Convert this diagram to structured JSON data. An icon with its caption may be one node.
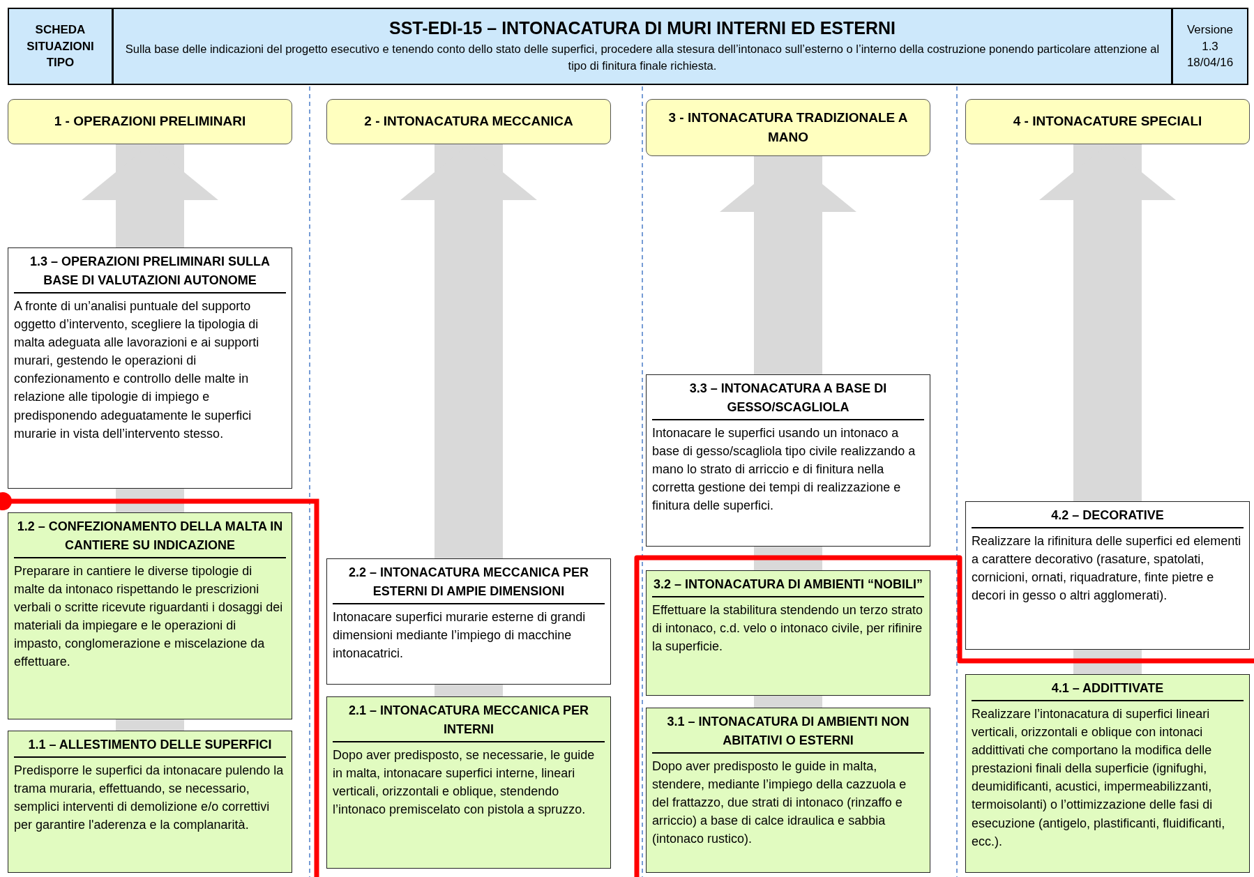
{
  "diagram": {
    "nodes": [
      {
        "text": [
          "SCHEDA SITUAZIONI TIPO"
        ]
      },
      {
        "text": [
          "SST-EDI-15 – INTONACATURA DI MURI INTERNI ED ESTERNI",
          "Sulla base delle indicazioni del progetto esecutivo e tenendo conto dello stato delle superfici, procedere alla stesura dell’intonaco sull’esterno o l’interno della costruzione ponendo particolare attenzione al tipo di finitura finale richiesta."
        ]
      },
      {
        "text": [
          "Versione 1.3 18/04/16"
        ]
      },
      {
        "text": [
          "1 - OPERAZIONI PRELIMINARI"
        ]
      },
      {
        "text": [
          "2 - INTONACATURA MECCANICA"
        ]
      },
      {
        "text": [
          "3 - INTONACATURA TRADIZIONALE A MANO"
        ]
      },
      {
        "text": [
          "4 - INTONACATURE SPECIALI"
        ]
      },
      {
        "text": [
          "1.3 – OPERAZIONI PRELIMINARI SULLA BASE DI VALUTAZIONI AUTONOME",
          "A fronte di un’analisi puntuale del supporto oggetto d’intervento, scegliere la tipologia di malta adeguata alle lavorazioni e ai supporti murari, gestendo le operazioni di confezionamento e controllo delle malte in relazione alle tipologie di impiego e predisponendo adeguatamente le superfici murarie in vista dell’intervento stesso."
        ]
      },
      {
        "text": [
          "1.2 – CONFEZIONAMENTO DELLA MALTA IN CANTIERE SU INDICAZIONE",
          "Preparare in cantiere le diverse tipologie di malte da intonaco rispettando le prescrizioni verbali o scritte ricevute riguardanti i dosaggi dei materiali da impiegare e le operazioni di impasto, conglomerazione e miscelazione da effettuare."
        ]
      },
      {
        "text": [
          "1.1 – ALLESTIMENTO DELLE SUPERFICI",
          "Predisporre le superfici da intonacare pulendo la trama muraria, effettuando, se necessario, semplici interventi di demolizione e/o correttivi per garantire l'aderenza e la complanarità."
        ]
      },
      {
        "text": [
          "2.2 – INTONACATURA MECCANICA PER ESTERNI DI AMPIE DIMENSIONI",
          "Intonacare superfici murarie esterne di grandi dimensioni mediante l’impiego di macchine intonacatrici."
        ]
      },
      {
        "text": [
          "2.1 – INTONACATURA MECCANICA PER INTERNI",
          "Dopo aver predisposto, se necessarie, le guide in malta, intonacare superfici interne, lineari verticali, orizzontali e oblique, stendendo l’intonaco premiscelato con pistola a spruzzo."
        ]
      },
      {
        "text": [
          "3.3 – INTONACATURA A BASE DI GESSO/SCAGLIOLA",
          "Intonacare le superfici usando un intonaco a base di gesso/scagliola tipo civile realizzando a mano lo strato di arriccio e di finitura nella corretta gestione dei tempi di realizzazione e finitura delle superfici."
        ]
      },
      {
        "text": [
          "3.2 – INTONACATURA DI AMBIENTI “NOBILI”",
          "Effettuare la stabilitura stendendo un terzo strato di intonaco, c.d. velo o intonaco civile, per rifinire la superficie."
        ]
      },
      {
        "text": [
          "3.1 – INTONACATURA DI AMBIENTI NON ABITATIVI O ESTERNI",
          "Dopo aver predisposto le guide in malta, stendere, mediante l’impiego della cazzuola e del frattazzo, due strati di intonaco (rinzaffo e arriccio) a base di calce idraulica e sabbia (intonaco rustico)."
        ]
      },
      {
        "text": [
          "4.2 – DECORATIVE",
          "Realizzare la rifinitura delle superfici ed elementi a carattere decorativo (rasature, spatolati, cornicioni, ornati, riquadrature, finte pietre e decori in gesso o altri agglomerati)."
        ]
      },
      {
        "text": [
          "4.1 – ADDITTIVATE",
          "Realizzare l’intonacatura di superfici lineari verticali, orizzontali e oblique con intonaci addittivati che comportano la modifica delle prestazioni finali della superficie (ignifughi, deumidificanti, acustici, impermeabilizzanti, termoisolanti) o l’ottimizzazione delle fasi di esecuzione (antigelo, plastificanti, fluidificanti, ecc.)."
        ]
      }
    ],
    "edges": [
      {
        "from": 9,
        "to": 8,
        "arrow": "none"
      },
      {
        "from": 8,
        "to": 7,
        "arrow": "none"
      },
      {
        "from": 7,
        "to": 3,
        "arrow": "to"
      },
      {
        "from": 11,
        "to": 10,
        "arrow": "none"
      },
      {
        "from": 10,
        "to": 4,
        "arrow": "to"
      },
      {
        "from": 14,
        "to": 13,
        "arrow": "none"
      },
      {
        "from": 13,
        "to": 12,
        "arrow": "none"
      },
      {
        "from": 12,
        "to": 5,
        "arrow": "to"
      },
      {
        "from": 16,
        "to": 15,
        "arrow": "none"
      },
      {
        "from": 15,
        "to": 6,
        "arrow": "to"
      }
    ]
  }
}
